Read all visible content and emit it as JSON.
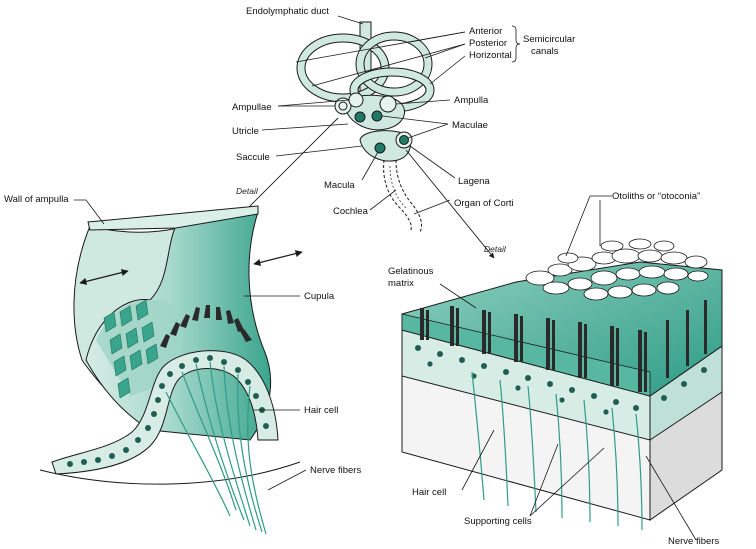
{
  "labels": {
    "endolymphatic_duct": "Endolymphatic duct",
    "anterior": "Anterior",
    "posterior": "Posterior",
    "horizontal": "Horizontal",
    "semicircular_line1": "Semicircular",
    "semicircular_line2": "canals",
    "ampullae": "Ampullae",
    "ampulla": "Ampulla",
    "utricle": "Utricle",
    "maculae": "Maculae",
    "saccule": "Saccule",
    "macula": "Macula",
    "lagena": "Lagena",
    "organ_of_corti": "Organ of Corti",
    "cochlea": "Cochlea",
    "detail_left": "Detail",
    "detail_right": "Detail",
    "wall_of_ampulla": "Wall of ampulla",
    "cupula": "Cupula",
    "hair_cell_left": "Hair cell",
    "nerve_fibers_left": "Nerve fibers",
    "otoliths": "Otoliths or “otoconia”",
    "gelatinous_line1": "Gelatinous",
    "gelatinous_line2": "matrix",
    "hair_cell_right": "Hair cell",
    "supporting_cells": "Supporting cells",
    "nerve_fibers_right": "Nerve fibers"
  },
  "colors": {
    "teal_light": "#cfe8e0",
    "teal_mid": "#7fc6b4",
    "teal_dark": "#2e9c86",
    "teal_deep": "#1c6f5e",
    "nucleus": "#1f5e51",
    "hair_dark": "#2a2a2a",
    "base_gray": "#e8e8e8"
  }
}
